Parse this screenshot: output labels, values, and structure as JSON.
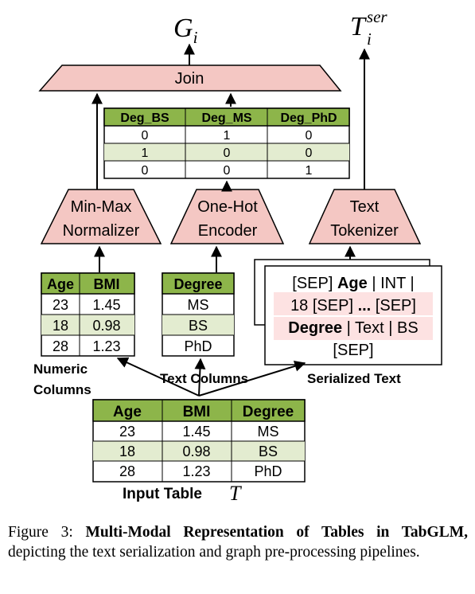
{
  "outputs": {
    "graph_symbol": "G",
    "graph_subscript": "i",
    "text_symbol": "T",
    "text_subscript": "i",
    "text_superscript": "ser"
  },
  "join": {
    "label": "Join"
  },
  "one_hot_table": {
    "headers": [
      "Deg_BS",
      "Deg_MS",
      "Deg_PhD"
    ],
    "rows": [
      [
        "0",
        "1",
        "0"
      ],
      [
        "1",
        "0",
        "0"
      ],
      [
        "0",
        "0",
        "1"
      ]
    ]
  },
  "encoders": {
    "minmax": [
      "Min-Max",
      "Normalizer"
    ],
    "onehot": [
      "One-Hot",
      "Encoder"
    ],
    "tokenizer": [
      "Text",
      "Tokenizer"
    ]
  },
  "numeric_table": {
    "headers": [
      "Age",
      "BMI"
    ],
    "rows": [
      [
        "23",
        "1.45"
      ],
      [
        "18",
        "0.98"
      ],
      [
        "28",
        "1.23"
      ]
    ],
    "label_line1": "Numeric",
    "label_line2": "Columns"
  },
  "text_table": {
    "headers": [
      "Degree"
    ],
    "rows": [
      [
        "MS"
      ],
      [
        "BS"
      ],
      [
        "PhD"
      ]
    ],
    "label": "Text Columns"
  },
  "serialized": {
    "line1_a": "[SEP] ",
    "line1_b": "Age",
    "line1_c": " | INT |",
    "line2_a": "18 [SEP] ",
    "line2_b": "...",
    "line2_c": " [SEP]",
    "line3_a": "Degree",
    "line3_b": " | Text | BS",
    "line4": "[SEP]",
    "label": "Serialized Text"
  },
  "input_table": {
    "headers": [
      "Age",
      "BMI",
      "Degree"
    ],
    "rows": [
      [
        "23",
        "1.45",
        "MS"
      ],
      [
        "18",
        "0.98",
        "BS"
      ],
      [
        "28",
        "1.23",
        "PhD"
      ]
    ],
    "label": "Input Table",
    "symbol": "T"
  },
  "caption": {
    "prefix": "Figure 3: ",
    "title": "Multi-Modal Representation of Tables in TabGLM,",
    "rest": " depicting the text serialization and graph pre-processing pipelines."
  },
  "colors": {
    "trapezoid_fill": "#f4c7c3",
    "header_green": "#8db54a",
    "stripe_green": "#e3ecd0",
    "highlight_pink": "#fde2e2"
  }
}
